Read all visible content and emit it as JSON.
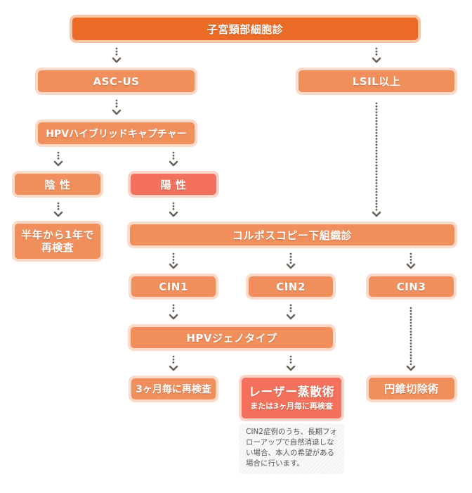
{
  "diagram": {
    "nodes": {
      "cytology": "子宮頸部細胞診",
      "asc_us": "ASC-US",
      "lsil_plus": "LSIL以上",
      "hpv_hybrid_capture": "HPVハイブリッドキャプチャー",
      "negative": "陰 性",
      "positive": "陽 性",
      "recheck_half_year_line1": "半年から1年で",
      "recheck_half_year_line2": "再検査",
      "colposcopy": "コルポスコピー下組織診",
      "cin1": "CIN1",
      "cin2": "CIN2",
      "cin3": "CIN3",
      "hpv_genotype": "HPVジェノタイプ",
      "recheck_3_months": "3ヶ月毎に再検査",
      "laser_main": "レーザー蒸散術",
      "laser_sub": "または3ヶ月毎に再検査",
      "conization": "円錐切除術"
    },
    "note": "CIN2症例のうち、長期フォローアップで自然消退しない場合、本人の希望がある場合に行います。",
    "colors": {
      "primary": "#ea6b26",
      "node": "#f08e5c",
      "highlight": "#f2705c",
      "node_border": "#fcd9c8",
      "arrow": "#6b6358",
      "note_text": "#555555"
    }
  }
}
